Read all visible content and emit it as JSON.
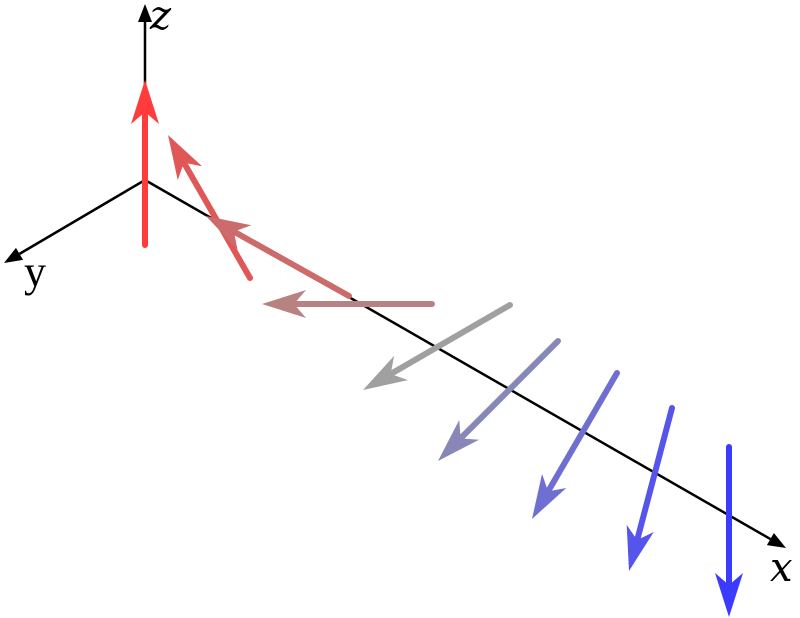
{
  "axes": {
    "x_label": "x",
    "y_label": "y",
    "z_label": "z",
    "color": "#000000"
  },
  "arrows": [
    {
      "name": "arrow-1",
      "color": "#ff3b3b"
    },
    {
      "name": "arrow-2",
      "color": "#e05757"
    },
    {
      "name": "arrow-3",
      "color": "#cc6b6b"
    },
    {
      "name": "arrow-4",
      "color": "#b88282"
    },
    {
      "name": "arrow-5",
      "color": "#a0a0a0"
    },
    {
      "name": "arrow-6",
      "color": "#8787b8"
    },
    {
      "name": "arrow-7",
      "color": "#6f6fd2"
    },
    {
      "name": "arrow-8",
      "color": "#5555ec"
    },
    {
      "name": "arrow-9",
      "color": "#3b3bff"
    }
  ]
}
